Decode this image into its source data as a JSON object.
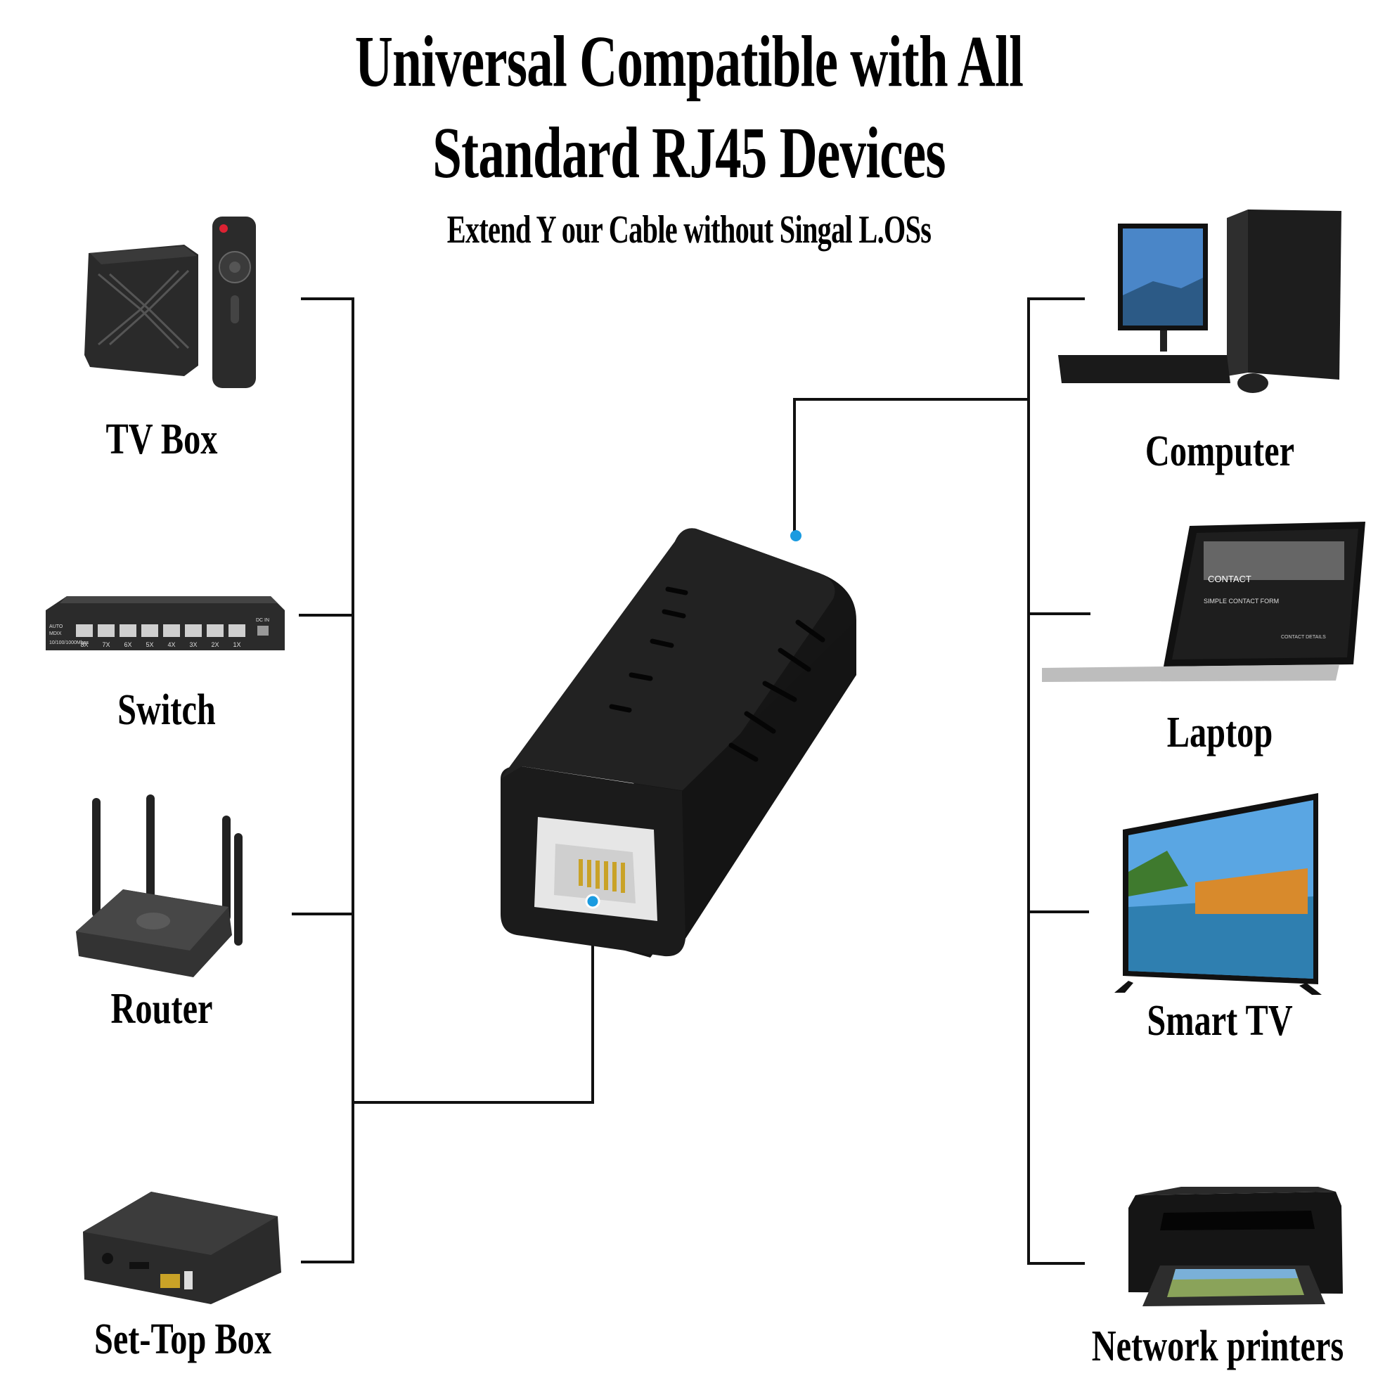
{
  "header": {
    "title_line1": "Universal Compatible with All",
    "title_line2": "Standard RJ45 Devices",
    "subtitle": "Extend Y our Cable without Singal L.OSs"
  },
  "left_devices": [
    {
      "label": "TV Box",
      "icon": "tv-box-icon"
    },
    {
      "label": "Switch",
      "icon": "network-switch-icon"
    },
    {
      "label": "Router",
      "icon": "router-icon"
    },
    {
      "label": "Set-Top Box",
      "icon": "set-top-box-icon"
    }
  ],
  "right_devices": [
    {
      "label": "Computer",
      "icon": "desktop-computer-icon"
    },
    {
      "label": "Laptop",
      "icon": "laptop-icon"
    },
    {
      "label": "Smart TV",
      "icon": "smart-tv-icon"
    },
    {
      "label": "Network printers",
      "icon": "printer-icon"
    }
  ],
  "center": {
    "icon": "rj45-coupler-icon"
  },
  "switch_ports": [
    "8X",
    "7X",
    "6X",
    "5X",
    "4X",
    "3X",
    "2X",
    "1X"
  ],
  "switch_small_text": {
    "left_top": "AUTO",
    "left_bottom": "MDIX",
    "speed": "10/100/1000Mbps",
    "dc": "DC IN"
  },
  "laptop_screen": {
    "heading": "CONTACT",
    "form_title": "SIMPLE CONTACT FORM",
    "details": "CONTACT DETAILS"
  },
  "colors": {
    "accent_dot": "#1a9be0",
    "line": "#111111",
    "device_dark": "#1c1c1c"
  }
}
